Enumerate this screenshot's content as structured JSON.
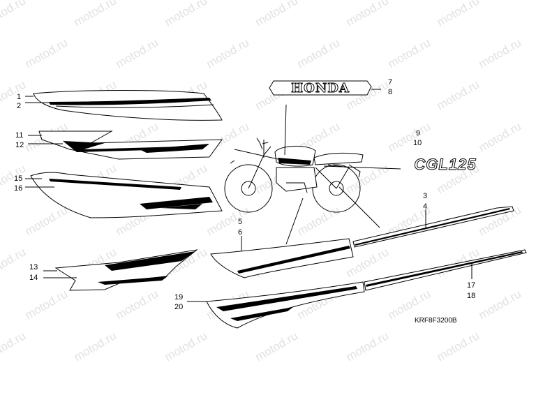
{
  "watermark": "motod.ru",
  "drawing_code": "KRF8F3200B",
  "labels": {
    "n1": "1",
    "n2": "2",
    "n3": "3",
    "n4": "4",
    "n5": "5",
    "n6": "6",
    "n7": "7",
    "n8": "8",
    "n9": "9",
    "n10": "10",
    "n11": "11",
    "n12": "12",
    "n13": "13",
    "n14": "14",
    "n15": "15",
    "n16": "16",
    "n17": "17",
    "n18": "18",
    "n19": "19",
    "n20": "20"
  },
  "emblems": {
    "brand": "HONDA",
    "model": "CGL125"
  }
}
